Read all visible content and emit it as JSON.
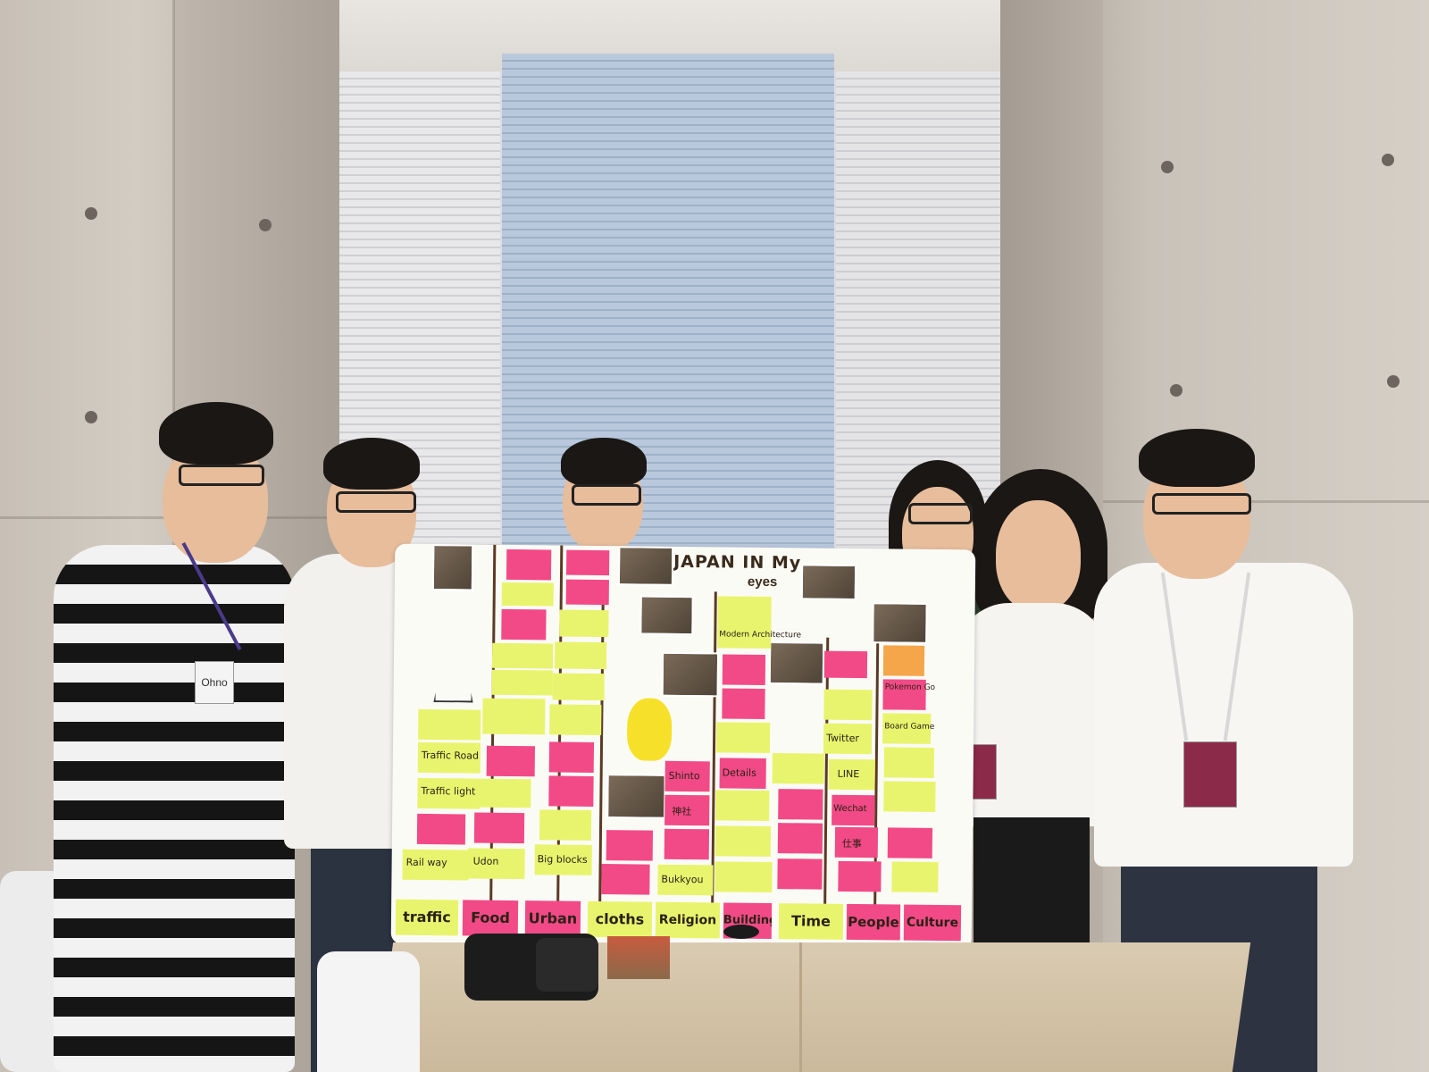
{
  "scene": {
    "poster": {
      "title_line_1": "JAPAN IN My",
      "title_line_2": "eyes",
      "categories": [
        "traffic",
        "Food",
        "Urban",
        "cloths",
        "Religion",
        "Building",
        "Time",
        "People",
        "Culture"
      ],
      "notes": [
        "Traffic Road",
        "Traffic light",
        "Rail way",
        "Udon",
        "Big blocks",
        "Modern Architecture",
        "Shinto",
        "神社",
        "Bukkyou",
        "Details",
        "Pokemon Go",
        "Board Game",
        "Twitter",
        "LINE",
        "Wechat",
        "仕事"
      ]
    },
    "badges": {
      "name_tag": "Ohno"
    }
  }
}
